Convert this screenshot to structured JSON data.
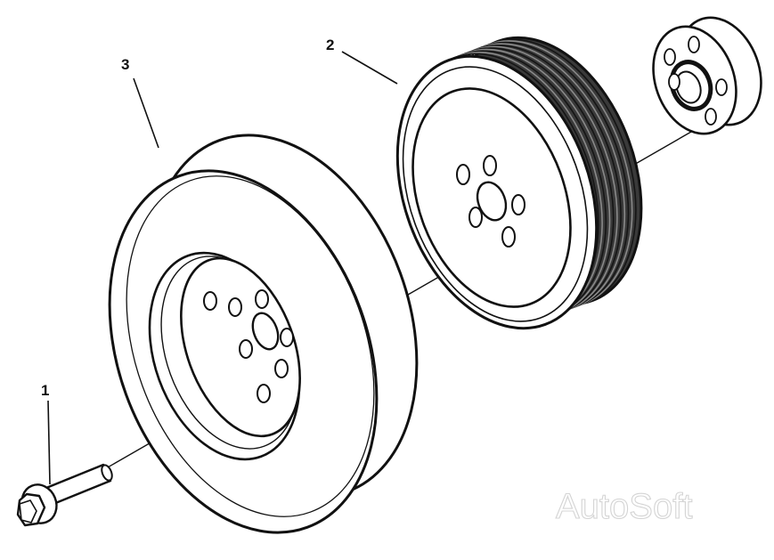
{
  "diagram": {
    "callouts": [
      {
        "id": "1",
        "label": "1"
      },
      {
        "id": "2",
        "label": "2"
      },
      {
        "id": "3",
        "label": "3"
      }
    ],
    "watermark": "AutoSoft"
  },
  "colors": {
    "line": "#111111",
    "background": "#ffffff",
    "watermark": "#d4d4d4"
  }
}
